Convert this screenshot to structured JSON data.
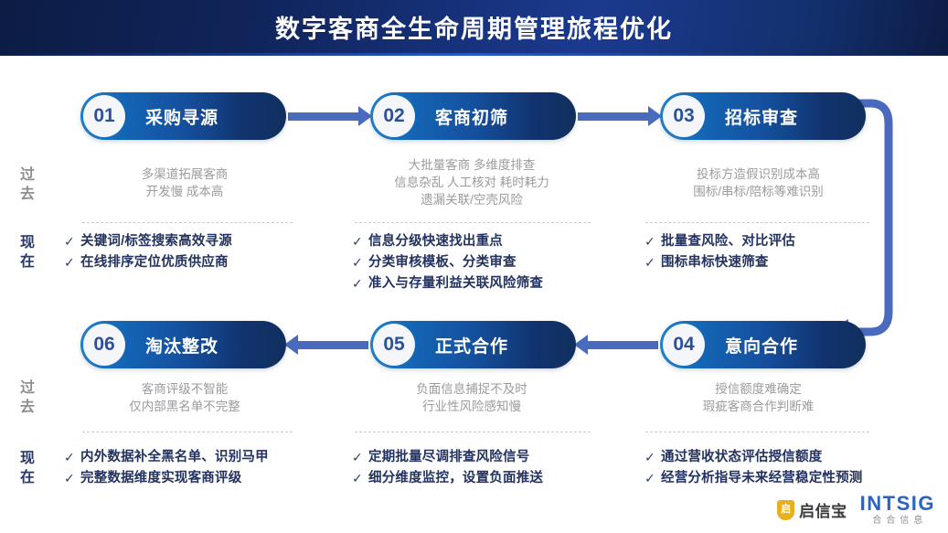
{
  "header": {
    "title": "数字客商全生命周期管理旅程优化"
  },
  "row_labels": {
    "past": "过去",
    "now": "现在",
    "check_icon": "✓"
  },
  "steps": [
    {
      "number": "01",
      "label": "采购寻源",
      "past": [
        "多渠道拓展客商",
        "开发慢  成本高"
      ],
      "now": [
        "关键词/标签搜索高效寻源",
        "在线排序定位优质供应商"
      ]
    },
    {
      "number": "02",
      "label": "客商初筛",
      "past": [
        "大批量客商   多维度排查",
        "信息杂乱 人工核对 耗时耗力",
        "遗漏关联/空壳风险"
      ],
      "now": [
        "信息分级快速找出重点",
        "分类审核模板、分类审查",
        "准入与存量利益关联风险筛查"
      ]
    },
    {
      "number": "03",
      "label": "招标审查",
      "past": [
        "投标方造假识别成本高",
        "围标/串标/陪标等难识别"
      ],
      "now": [
        "批量查风险、对比评估",
        "围标串标快速筛查"
      ]
    },
    {
      "number": "06",
      "label": "淘汰整改",
      "past": [
        "客商评级不智能",
        "仅内部黑名单不完整"
      ],
      "now": [
        "内外数据补全黑名单、识别马甲",
        "完整数据维度实现客商评级"
      ]
    },
    {
      "number": "05",
      "label": "正式合作",
      "past": [
        "负面信息捕捉不及时",
        "行业性风险感知慢"
      ],
      "now": [
        "定期批量尽调排查风险信号",
        "细分维度监控，设置负面推送"
      ]
    },
    {
      "number": "04",
      "label": "意向合作",
      "past": [
        "授信额度难确定",
        "瑕疵客商合作判断难"
      ],
      "now": [
        "通过营收状态评估授信额度",
        "经营分析指导未来经营稳定性预测"
      ]
    }
  ],
  "footer": {
    "qixinbao_shield": "启",
    "qixinbao_name": "启信宝",
    "intsig_name": "INTSIG",
    "intsig_sub": "合合信息"
  },
  "colors": {
    "header_bg": "#0c1c44",
    "badge_start": "#1f7fc9",
    "badge_end": "#11305f",
    "arrow": "#4a6bbd",
    "now_text": "#23325f",
    "past_text": "#9b9b9f",
    "brand_blue": "#2b63c4",
    "brand_gold": "#e8b020"
  }
}
